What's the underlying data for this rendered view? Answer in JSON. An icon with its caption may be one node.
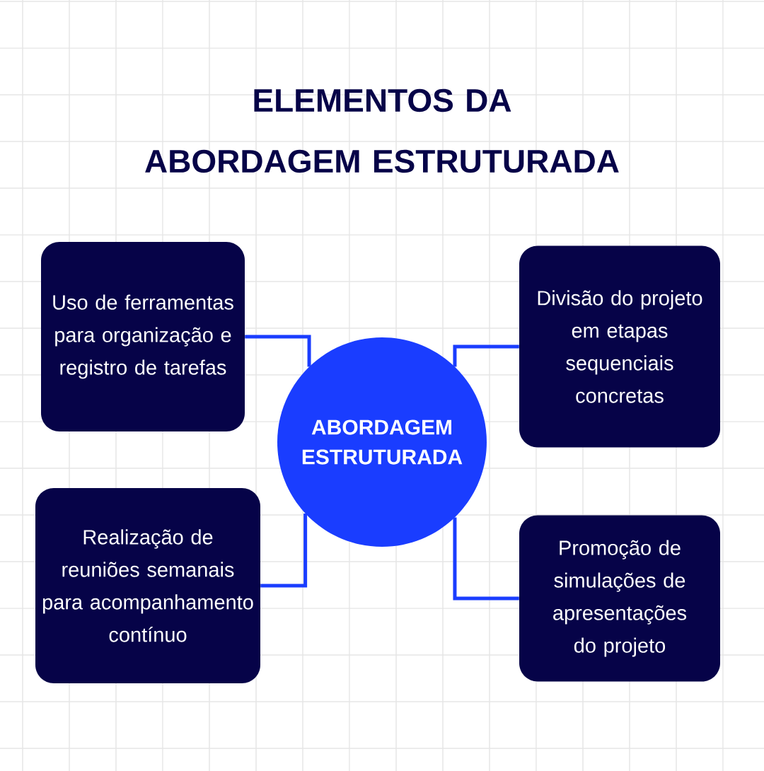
{
  "diagram": {
    "title": "ELEMENTOS DA ABORDAGEM ESTRUTURADA",
    "nodes": [
      {
        "text": [
          "ABORDAGEM ESTRUTURADA"
        ]
      },
      {
        "text": [
          "Uso de ferramentas para organização e registro de tarefas"
        ]
      },
      {
        "text": [
          "Divisão do projeto em etapas sequenciais concretas"
        ]
      },
      {
        "text": [
          "Realização de reuniões semanais para acompanhamento contínuo"
        ]
      },
      {
        "text": [
          "Promoção de simulações de apresentações do projeto"
        ]
      }
    ],
    "edges": [
      {
        "from": 0,
        "to": 1,
        "arrow": "none"
      },
      {
        "from": 0,
        "to": 2,
        "arrow": "none"
      },
      {
        "from": 0,
        "to": 3,
        "arrow": "none"
      },
      {
        "from": 0,
        "to": 4,
        "arrow": "none"
      }
    ]
  }
}
